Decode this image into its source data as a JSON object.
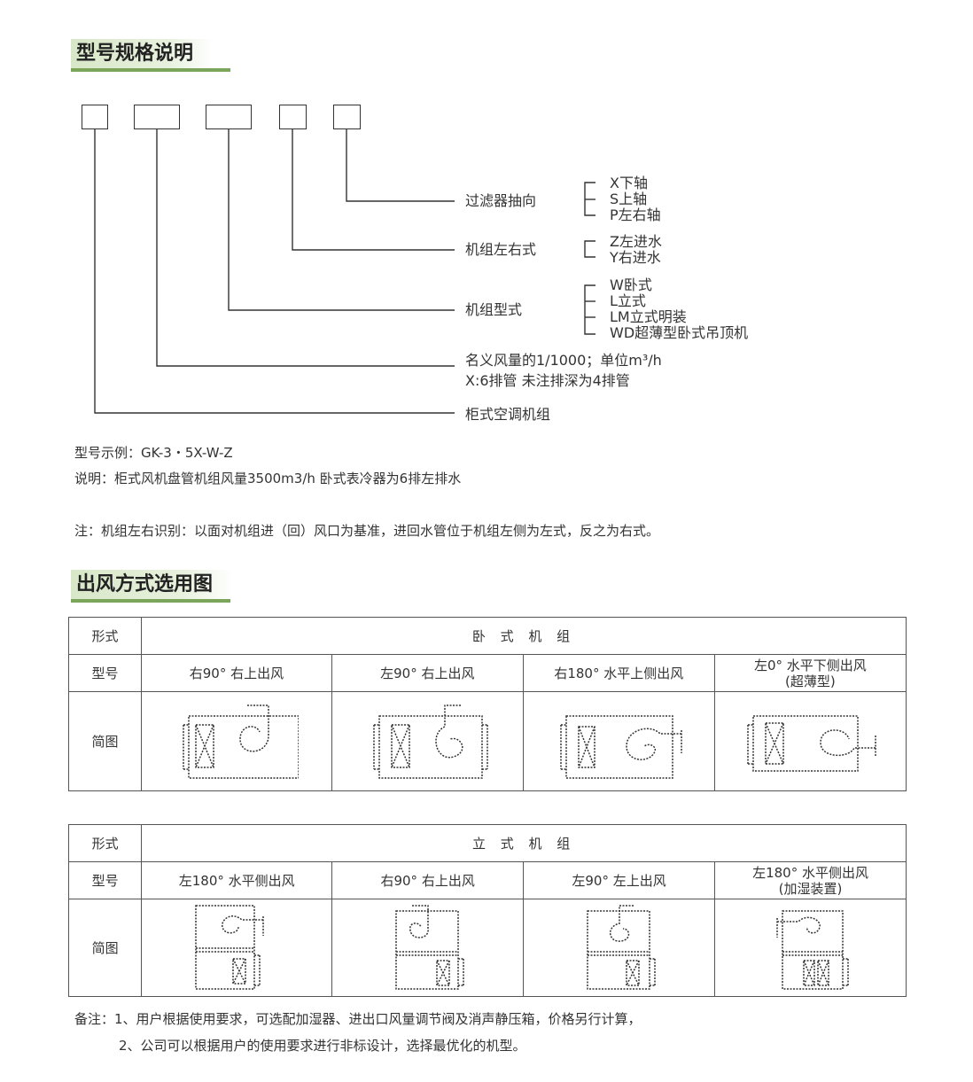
{
  "section1_title": "型号规格说明",
  "tree": {
    "filter": "过滤器抽向",
    "filter_opts": [
      "X下轴",
      "S上轴",
      "P左右轴"
    ],
    "side": "机组左右式",
    "side_opts": [
      "Z左进水",
      "Y右进水"
    ],
    "type": "机组型式",
    "type_opts": [
      "W卧式",
      "L立式",
      "LM立式明装",
      "WD超薄型卧式吊顶机"
    ],
    "flow_line1": "名义风量的1/1000；单位m³/h",
    "flow_line2": "X:6排管 未注排深为4排管",
    "cabinet": "柜式空调机组"
  },
  "example": "型号示例：GK-3・5X-W-Z",
  "explain": "说明：柜式风机盘管机组风量3500m3/h  卧式表冷器为6排左排水",
  "note": "注：机组左右识别：以面对机组进（回）风口为基准，进回水管位于机组左侧为左式，反之为右式。",
  "section2_title": "出风方式选用图",
  "table1": {
    "row_form": "形式",
    "row_model": "型号",
    "row_diagram": "简图",
    "form": "卧 式 机 组",
    "models": [
      "右90° 右上出风",
      "左90° 右上出风",
      "右180° 水平上侧出风",
      "左0° 水平下侧出风",
      "(超薄型)"
    ]
  },
  "table2": {
    "row_form": "形式",
    "row_model": "型号",
    "row_diagram": "简图",
    "form": "立 式 机 组",
    "models": [
      "左180° 水平侧出风",
      "右90° 右上出风",
      "左90° 左上出风",
      "左180° 水平侧出风",
      "(加湿装置)"
    ]
  },
  "remarks": [
    "备注：1、用户根据使用要求，可选配加湿器、进出口风量调节阀及消声静压箱，价格另行计算，",
    "2、公司可以根据用户的使用要求进行非标设计，选择最优化的机型。"
  ]
}
